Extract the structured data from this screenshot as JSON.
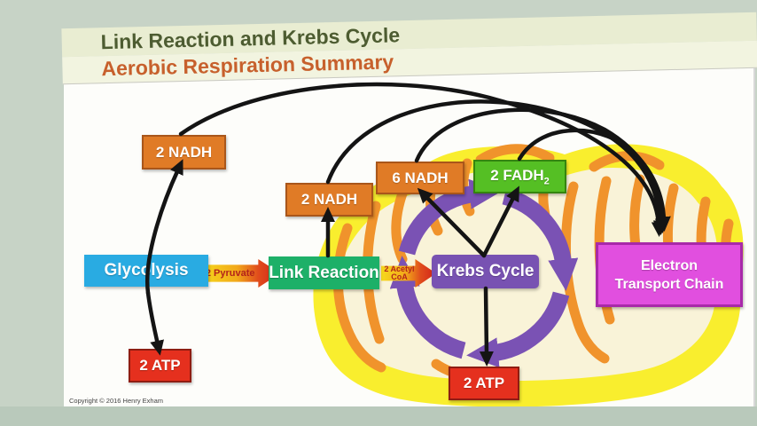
{
  "header": {
    "title": "Link Reaction and Krebs Cycle",
    "subtitle": "Aerobic Respiration Summary"
  },
  "diagram": {
    "stages": {
      "glycolysis": "Glycolysis",
      "link_reaction": "Link Reaction",
      "krebs_cycle": "Krebs Cycle",
      "etc_line1": "Electron",
      "etc_line2": "Transport Chain"
    },
    "intermediates": {
      "pyruvate": "2 Pyruvate",
      "acetyl_line1": "2 Acetyl",
      "acetyl_line2": "CoA"
    },
    "products": {
      "glycolysis_nadh": "2 NADH",
      "link_nadh": "2 NADH",
      "krebs_nadh": "6 NADH",
      "krebs_fadh_base": "2 FADH",
      "krebs_fadh_sub": "2",
      "glycolysis_atp": "2 ATP",
      "krebs_atp": "2 ATP"
    },
    "colors": {
      "title_text": "#4d5c31",
      "subtitle_text": "#c7602c",
      "strip1_bg": "#e9edd2",
      "strip2_bg": "#f2f4e0",
      "nadh_box": "#e07b26",
      "fadh_box": "#55bf24",
      "atp_box": "#e5301e",
      "glycolysis_box": "#29abe2",
      "link_reaction_box": "#1db068",
      "krebs_box": "#7852b2",
      "etc_box": "#e14fdf",
      "krebs_ring": "#7a52b4",
      "mito_outer": "#f9ee2e",
      "mito_matrix": "#f9f3d8",
      "mito_cristae": "#f0932c",
      "flow_arrow_start": "#f6d91c",
      "flow_arrow_end": "#d2231a",
      "connector_arrows": "#141414",
      "page_background": "#c7d3c6"
    }
  },
  "footer": {
    "copyright": "Copyright © 2016 Henry Exham"
  }
}
